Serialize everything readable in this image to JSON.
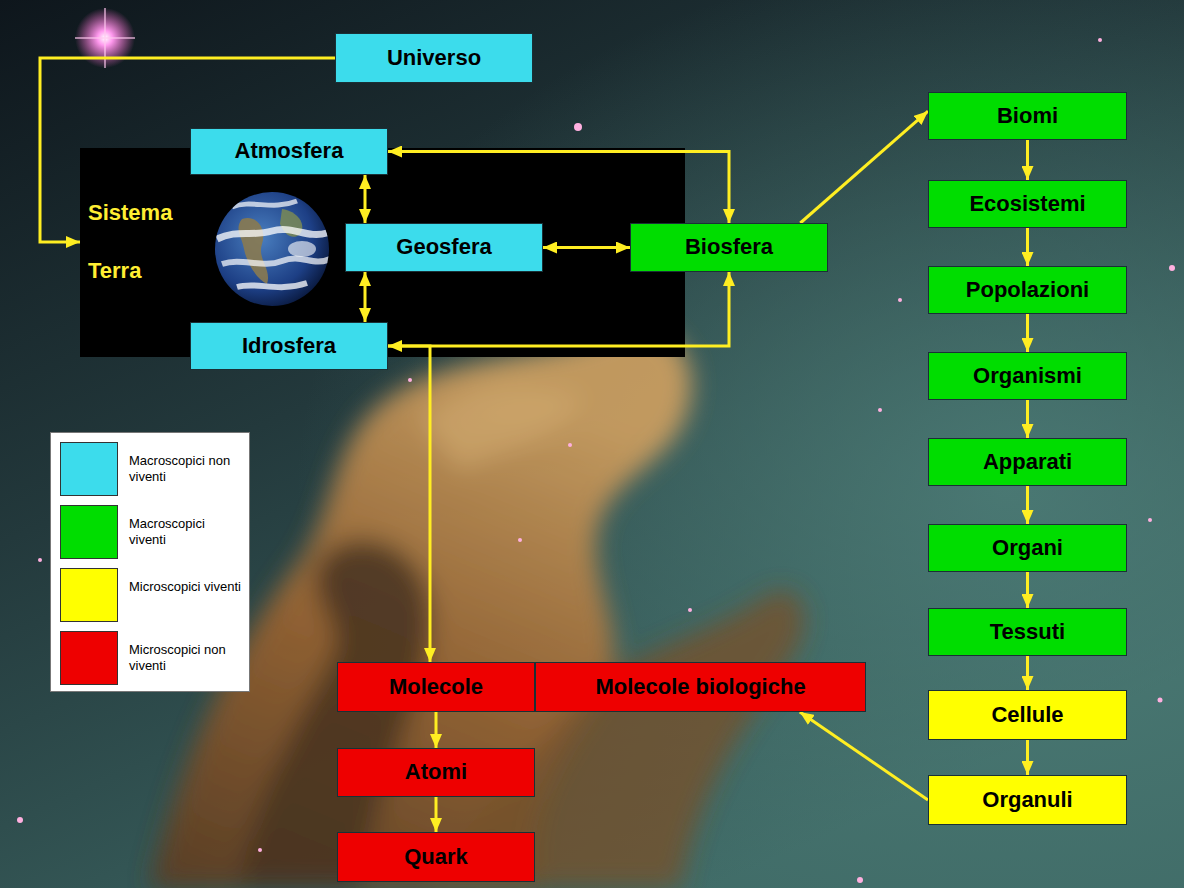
{
  "diagram": {
    "nodes": [
      {
        "text": [
          "Universo"
        ]
      },
      {
        "text": [
          "Sistema Terra"
        ]
      },
      {
        "text": [
          "Atmosfera"
        ],
        "in": 1
      },
      {
        "text": [
          "Geosfera"
        ],
        "in": 1
      },
      {
        "text": [
          "Biosfera"
        ]
      },
      {
        "text": [
          "Idrosfera"
        ],
        "in": 1
      },
      {
        "text": [
          "Biomi"
        ]
      },
      {
        "text": [
          "Ecosistemi"
        ]
      },
      {
        "text": [
          "Popolazioni"
        ]
      },
      {
        "text": [
          "Organismi"
        ]
      },
      {
        "text": [
          "Apparati"
        ]
      },
      {
        "text": [
          "Organi"
        ]
      },
      {
        "text": [
          "Tessuti"
        ]
      },
      {
        "text": [
          "Cellule"
        ]
      },
      {
        "text": [
          "Organuli"
        ]
      },
      {
        "text": [
          "Molecole"
        ]
      },
      {
        "text": [
          "Molecole biologiche"
        ]
      },
      {
        "text": [
          "Atomi"
        ]
      },
      {
        "text": [
          "Quark"
        ]
      }
    ],
    "edges": [
      {
        "from": 0,
        "to": 1,
        "arrow": "to"
      },
      {
        "from": 2,
        "to": 3,
        "arrow": "both"
      },
      {
        "from": 3,
        "to": 5,
        "arrow": "both"
      },
      {
        "from": 3,
        "to": 4,
        "arrow": "both"
      },
      {
        "from": 2,
        "to": 4,
        "arrow": "both"
      },
      {
        "from": 5,
        "to": 4,
        "arrow": "both"
      },
      {
        "from": 4,
        "to": 6,
        "arrow": "to"
      },
      {
        "from": 6,
        "to": 7,
        "arrow": "to"
      },
      {
        "from": 7,
        "to": 8,
        "arrow": "to"
      },
      {
        "from": 8,
        "to": 9,
        "arrow": "to"
      },
      {
        "from": 9,
        "to": 10,
        "arrow": "to"
      },
      {
        "from": 10,
        "to": 11,
        "arrow": "to"
      },
      {
        "from": 11,
        "to": 12,
        "arrow": "to"
      },
      {
        "from": 12,
        "to": 13,
        "arrow": "to"
      },
      {
        "from": 13,
        "to": 14,
        "arrow": "to"
      },
      {
        "from": 5,
        "to": 15,
        "arrow": "to"
      },
      {
        "from": 15,
        "to": 17,
        "arrow": "to"
      },
      {
        "from": 17,
        "to": 18,
        "arrow": "to"
      },
      {
        "from": 14,
        "to": 16,
        "arrow": "to"
      }
    ],
    "legend": [
      {
        "text": "Macroscopici non viventi",
        "color": "#3cdcec"
      },
      {
        "text": "Macroscopici viventi",
        "color": "#00dd00"
      },
      {
        "text": "Microscopici viventi",
        "color": "#ffff00"
      },
      {
        "text": "Microscopici non viventi",
        "color": "#ee0000"
      }
    ]
  }
}
